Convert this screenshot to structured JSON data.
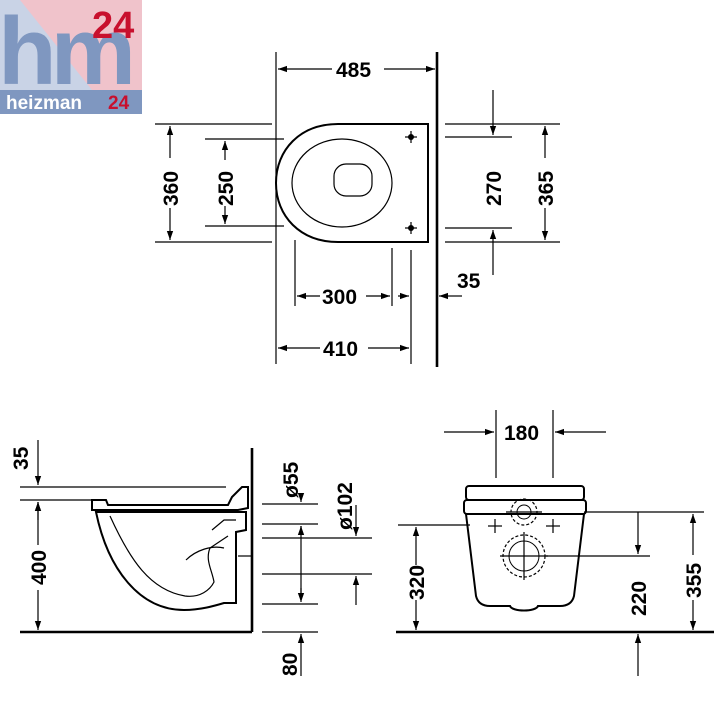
{
  "brand": {
    "logo_text": "hm",
    "logo_number": "24",
    "tagline_name": "heizman",
    "tagline_number": "24",
    "colors": {
      "blue": "#8fa6c9",
      "red": "#c8102e",
      "pink": "#e9b4bd",
      "bar": "#7f97c0"
    }
  },
  "top_view": {
    "width_485": "485",
    "depth_410": "410",
    "seat_300": "300",
    "wall_35": "35",
    "height_360": "360",
    "inner_250": "250",
    "fix_270": "270",
    "outer_365": "365"
  },
  "side_view": {
    "gap_35": "35",
    "height_400": "400",
    "pipe_55": "ø55",
    "pipe_102": "ø102",
    "floor_80": "80"
  },
  "front_view": {
    "spacing_180": "180",
    "height_320": "320",
    "inlet_220": "220",
    "height_355": "355"
  }
}
